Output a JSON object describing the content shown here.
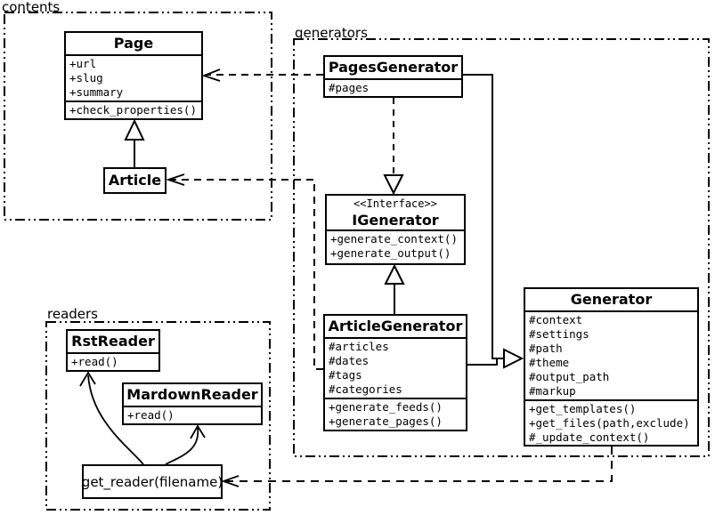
{
  "diagram_title": "Pelican content/generator/reader class diagram",
  "colors": {
    "line": "#000000",
    "background": "#ffffff",
    "box_fill": "#ffffff"
  },
  "packages": {
    "contents": {
      "label": "contents"
    },
    "generators": {
      "label": "generators"
    },
    "readers": {
      "label": "readers"
    }
  },
  "classes": {
    "page": {
      "title": "Page",
      "attributes": [
        "+url",
        "+slug",
        "+summary"
      ],
      "methods": [
        "+check_properties()"
      ]
    },
    "article": {
      "title": "Article"
    },
    "pages_generator": {
      "title": "PagesGenerator",
      "attributes": [
        "#pages"
      ]
    },
    "igenerator": {
      "stereotype": "<<Interface>>",
      "title": "IGenerator",
      "methods": [
        "+generate_context()",
        "+generate_output()"
      ]
    },
    "article_generator": {
      "title": "ArticleGenerator",
      "attributes": [
        "#articles",
        "#dates",
        "#tags",
        "#categories"
      ],
      "methods": [
        "+generate_feeds()",
        "+generate_pages()"
      ]
    },
    "generator": {
      "title": "Generator",
      "attributes": [
        "#context",
        "#settings",
        "#path",
        "#theme",
        "#output_path",
        "#markup"
      ],
      "methods": [
        "+get_templates()",
        "+get_files(path,exclude)",
        "#_update_context()"
      ]
    },
    "rst_reader": {
      "title": "RstReader",
      "methods": [
        "+read()"
      ]
    },
    "mardown_reader": {
      "title": "MardownReader",
      "methods": [
        "+read()"
      ]
    },
    "get_reader": {
      "title": "get_reader(filename)"
    }
  },
  "relationships": [
    {
      "from": "Article",
      "to": "Page",
      "type": "inheritance"
    },
    {
      "from": "PagesGenerator",
      "to": "IGenerator",
      "type": "realization"
    },
    {
      "from": "ArticleGenerator",
      "to": "IGenerator",
      "type": "inheritance"
    },
    {
      "from": "PagesGenerator",
      "to": "Generator",
      "type": "inheritance"
    },
    {
      "from": "ArticleGenerator",
      "to": "Generator",
      "type": "inheritance"
    },
    {
      "from": "PagesGenerator",
      "to": "Page",
      "type": "dependency"
    },
    {
      "from": "ArticleGenerator",
      "to": "Article",
      "type": "dependency"
    },
    {
      "from": "Generator",
      "to": "get_reader(filename)",
      "type": "dependency"
    },
    {
      "from": "get_reader(filename)",
      "to": "RstReader",
      "type": "arrow"
    },
    {
      "from": "get_reader(filename)",
      "to": "MardownReader",
      "type": "arrow"
    }
  ]
}
